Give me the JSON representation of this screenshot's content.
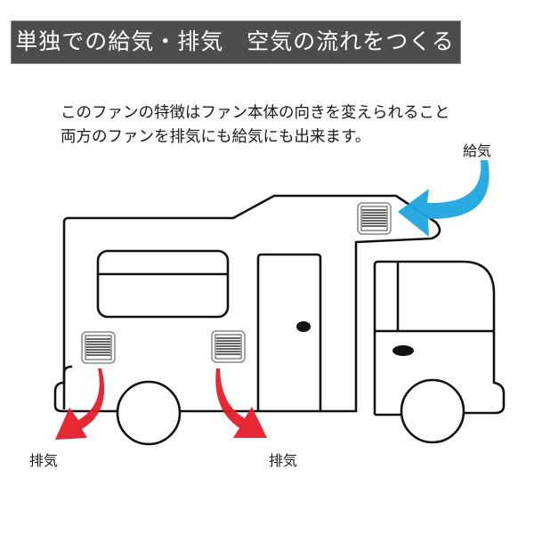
{
  "banner": {
    "title": "単独での給気・排気　空気の流れをつくる"
  },
  "description": {
    "line1": "このファンの特徴はファン本体の向きを変えられること",
    "line2": "両方のファンを排気にも給気にも出来ます。"
  },
  "labels": {
    "intake": "給気",
    "exhaust_left": "排気",
    "exhaust_right": "排気"
  },
  "colors": {
    "banner_bg": "#4d4d4d",
    "intake_arrow": "#1ea6e0",
    "exhaust_arrow": "#e61e2b",
    "outline": "#111111"
  },
  "icons": {
    "vehicle": "camper-van-outline",
    "fan": "vent-fan-icon",
    "intake_arrow": "curved-arrow-blue",
    "exhaust_arrow": "curved-arrow-red"
  }
}
